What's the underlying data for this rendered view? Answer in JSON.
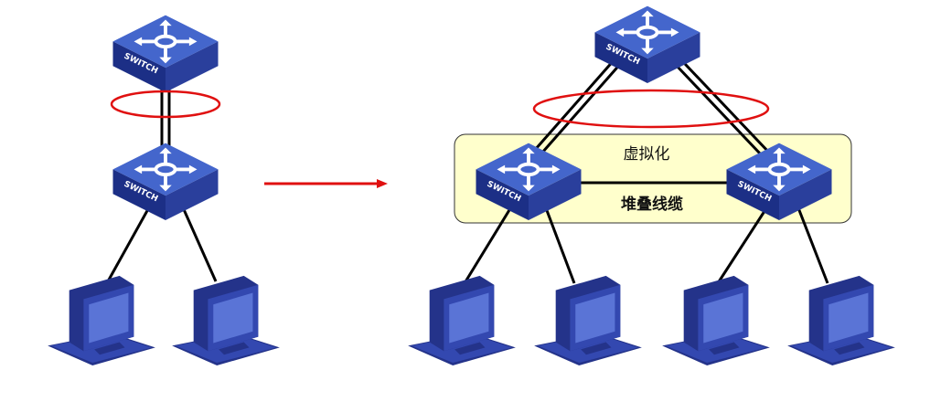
{
  "diagram": {
    "switch_label": "SWITCH",
    "virtual_group_label": "虚拟化",
    "stack_cable_label": "堆叠线缆",
    "colors": {
      "switch_top": "#4466cc",
      "switch_side_front": "#1c2f86",
      "switch_side_right": "#2a3f9c",
      "arrow_marking": "#ffffff",
      "link": "#000000",
      "highlight_ellipse": "#e01010",
      "transform_arrow": "#e01010",
      "virtual_box_fill": "#ffffcc",
      "virtual_box_stroke": "#333333",
      "pc_dark": "#24338a",
      "pc_mid": "#3348b0",
      "pc_screen": "#5a74d6"
    },
    "icons": {
      "switch": "switch-icon",
      "pc": "desktop-computer-icon",
      "arrow": "arrow-right-icon"
    }
  }
}
